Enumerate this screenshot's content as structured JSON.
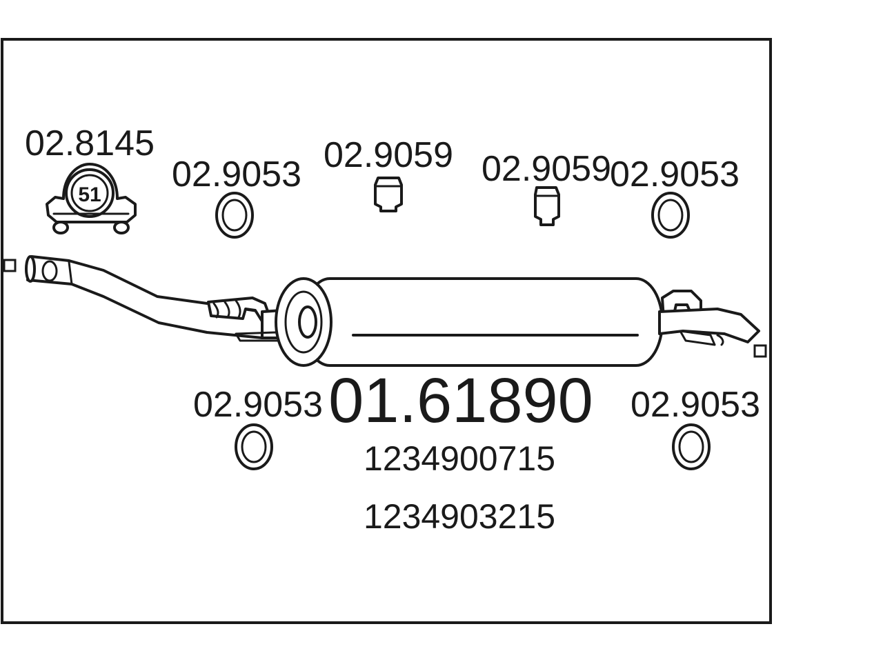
{
  "main_part": {
    "number": "01.61890",
    "oe_numbers": [
      "1234900715",
      "1234903215"
    ]
  },
  "parts": {
    "clamp": {
      "number": "02.8145",
      "size": "51"
    },
    "ring_top_left": {
      "number": "02.9053"
    },
    "bolt_left": {
      "number": "02.9059"
    },
    "bolt_right": {
      "number": "02.9059"
    },
    "ring_top_right": {
      "number": "02.9053"
    },
    "ring_bottom_left": {
      "number": "02.9053"
    },
    "ring_bottom_right": {
      "number": "02.9053"
    }
  }
}
